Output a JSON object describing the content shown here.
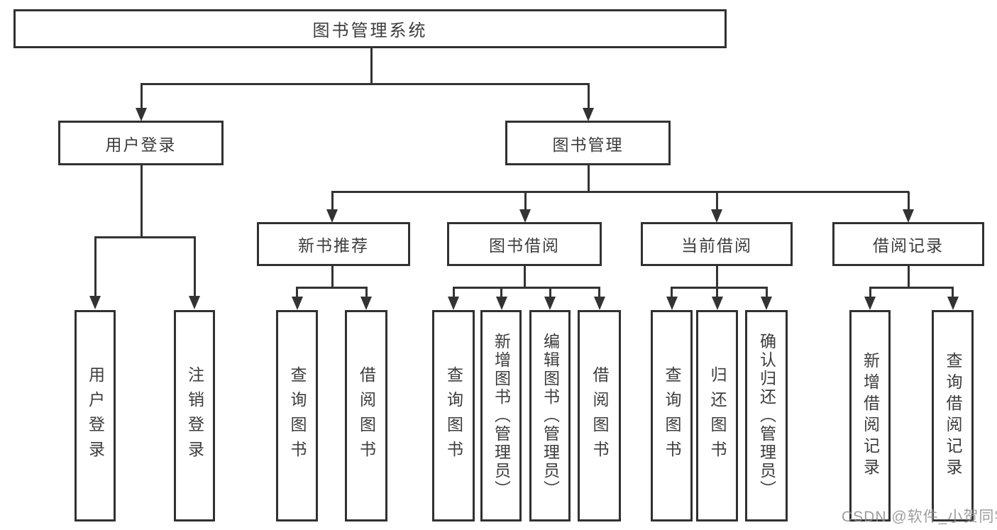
{
  "diagram": {
    "nodes": {
      "root": "图书管理系统",
      "user_login": "用户登录",
      "book_management": "图书管理",
      "new_book_recommend": "新书推荐",
      "book_borrow": "图书借阅",
      "current_borrow": "当前借阅",
      "borrow_record": "借阅记录",
      "leaf_user_login": "用户登录",
      "leaf_logout": "注销登录",
      "leaf_query_book_recommend": "查询图书",
      "leaf_borrow_book_recommend": "借阅图书",
      "leaf_query_book_borrow": "查询图书",
      "leaf_add_book_admin": "新增图书（管理员）",
      "leaf_edit_book_admin": "编辑图书（管理员）",
      "leaf_borrow_book_borrow": "借阅图书",
      "leaf_query_book_current": "查询图书",
      "leaf_return_book": "归还图书",
      "leaf_confirm_return_admin": "确认归还（管理员）",
      "leaf_add_borrow_record": "新增借阅记录",
      "leaf_query_borrow_record": "查询借阅记录"
    },
    "structure": {
      "图书管理系统": [
        "用户登录",
        "图书管理"
      ],
      "用户登录": [
        "用户登录",
        "注销登录"
      ],
      "图书管理": [
        "新书推荐",
        "图书借阅",
        "当前借阅",
        "借阅记录"
      ],
      "新书推荐": [
        "查询图书",
        "借阅图书"
      ],
      "图书借阅": [
        "查询图书",
        "新增图书（管理员）",
        "编辑图书（管理员）",
        "借阅图书"
      ],
      "当前借阅": [
        "查询图书",
        "归还图书",
        "确认归还（管理员）"
      ],
      "借阅记录": [
        "新增借阅记录",
        "查询借阅记录"
      ]
    },
    "colors": {
      "line": "#333333",
      "box_border": "#313131",
      "text": "#3c3c3c",
      "background": "#ffffff",
      "watermark": "#8c8c8c"
    }
  },
  "watermark": "CSDN @软件_小贺同学"
}
